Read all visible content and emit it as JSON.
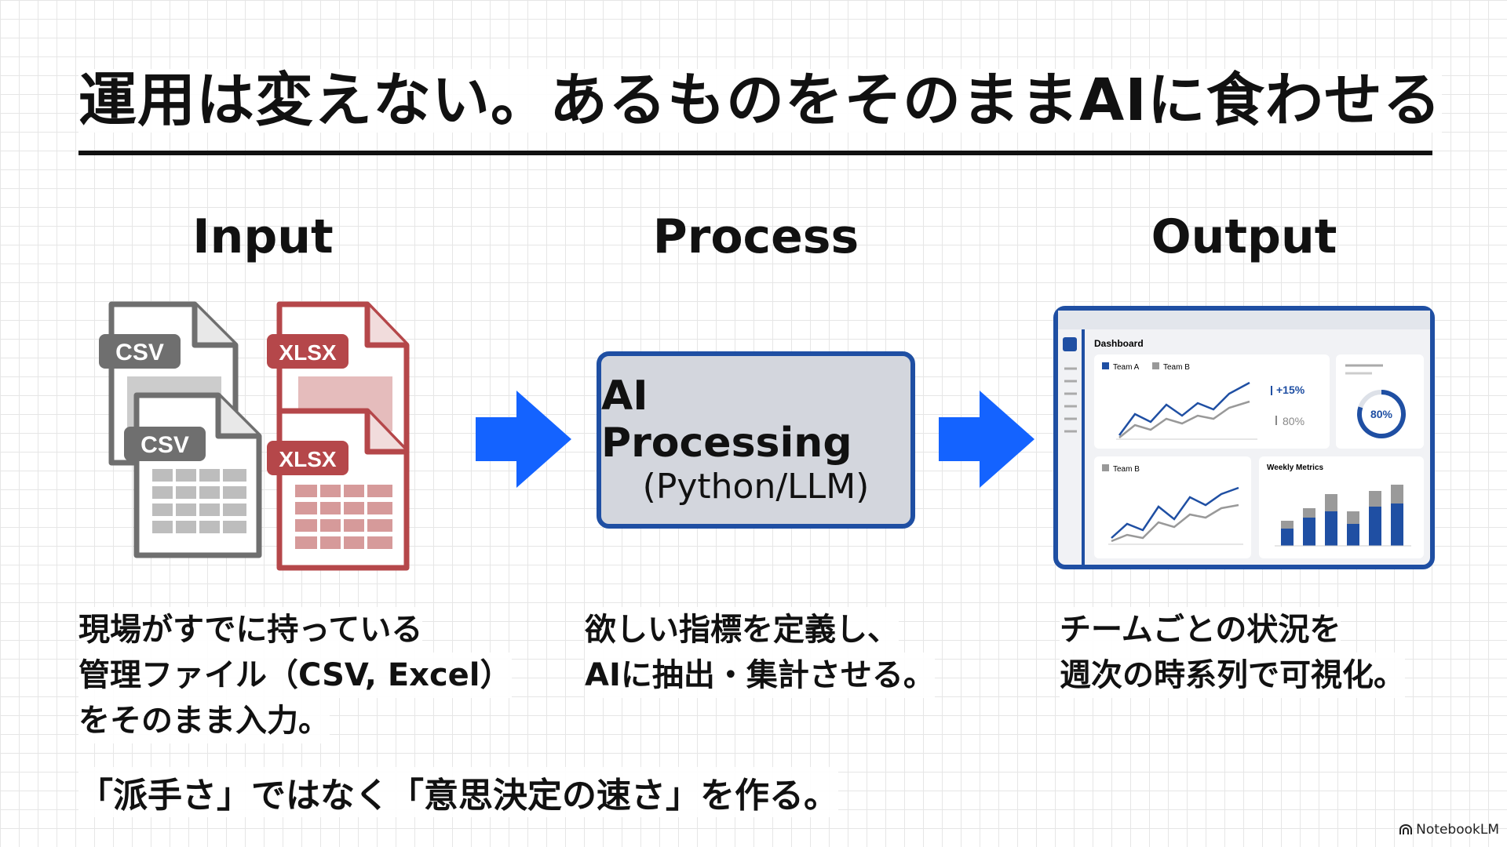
{
  "title": "運用は変えない。あるものをそのままAIに食わせる",
  "columns": {
    "input": "Input",
    "process": "Process",
    "output": "Output"
  },
  "input_files": {
    "csv_label": "CSV",
    "xlsx_label": "XLSX"
  },
  "process_box": {
    "main": "AI Processing",
    "sub": "(Python/LLM)"
  },
  "dashboard": {
    "title": "Dashboard",
    "legend_a": "Team A",
    "legend_b": "Team B",
    "stat_up": "+15%",
    "stat_secondary": "80%",
    "gauge_value": "80%",
    "panel_b_label": "Team B",
    "weekly_label": "Weekly Metrics"
  },
  "descriptions": {
    "input": [
      "現場がすでに持っている",
      "管理ファイル（CSV, Excel）",
      "をそのまま入力。"
    ],
    "process": [
      "欲しい指標を定義し、",
      "AIに抽出・集計させる。"
    ],
    "output": [
      "チームごとの状況を",
      "週次の時系列で可視化。"
    ]
  },
  "tagline": "「派手さ」ではなく「意思決定の速さ」を作る。",
  "brand": "NotebookLM",
  "colors": {
    "accent_blue": "#1f4fa3",
    "arrow_blue": "#1463ff",
    "csv_gray": "#6f6f6f",
    "xlsx_red": "#b5474a",
    "box_fill": "#d3d6dd"
  }
}
